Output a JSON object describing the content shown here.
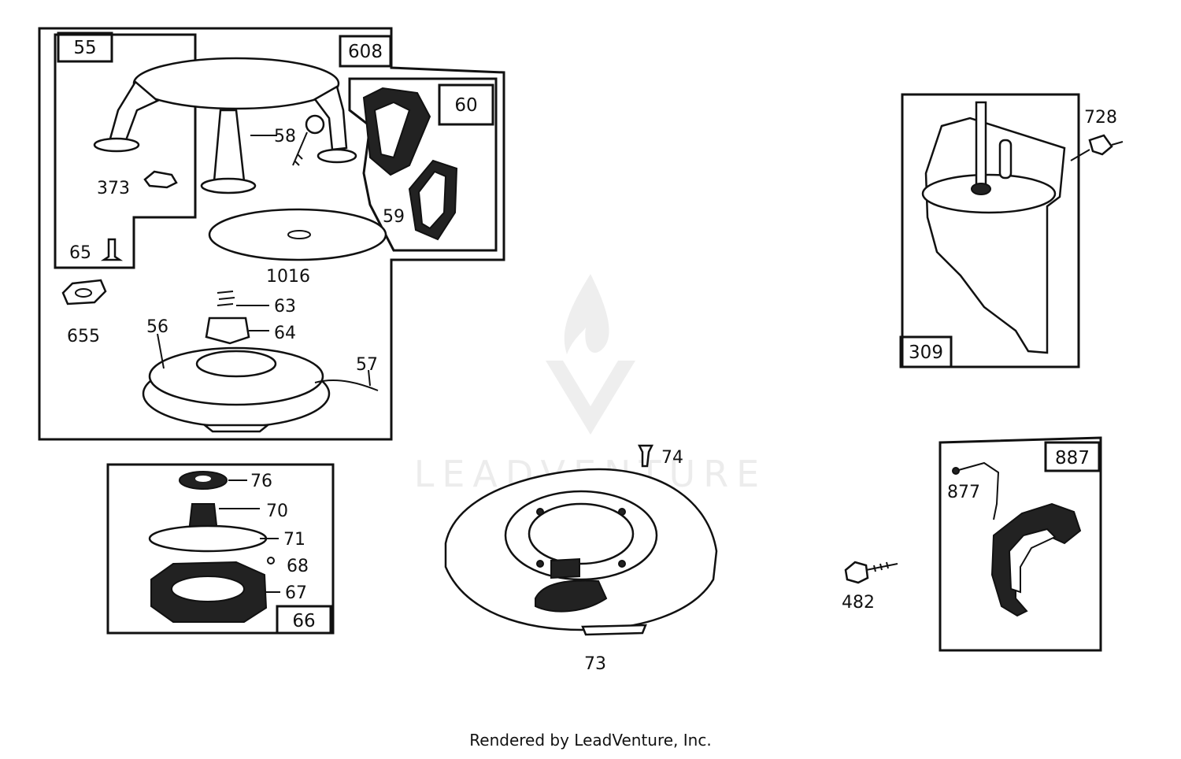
{
  "callouts": {
    "c55": "55",
    "c608": "608",
    "c60": "60",
    "c58": "58",
    "c373": "373",
    "c59": "59",
    "c65": "65",
    "c1016": "1016",
    "c655": "655",
    "c63": "63",
    "c64": "64",
    "c56": "56",
    "c57": "57",
    "c76": "76",
    "c70": "70",
    "c71": "71",
    "c68": "68",
    "c67": "67",
    "c66": "66",
    "c74": "74",
    "c73": "73",
    "c309": "309",
    "c728": "728",
    "c887": "887",
    "c877": "877",
    "c482": "482"
  },
  "watermark": {
    "brand": "LEADVENTURE"
  },
  "footer": {
    "text": "Rendered by LeadVenture, Inc."
  }
}
